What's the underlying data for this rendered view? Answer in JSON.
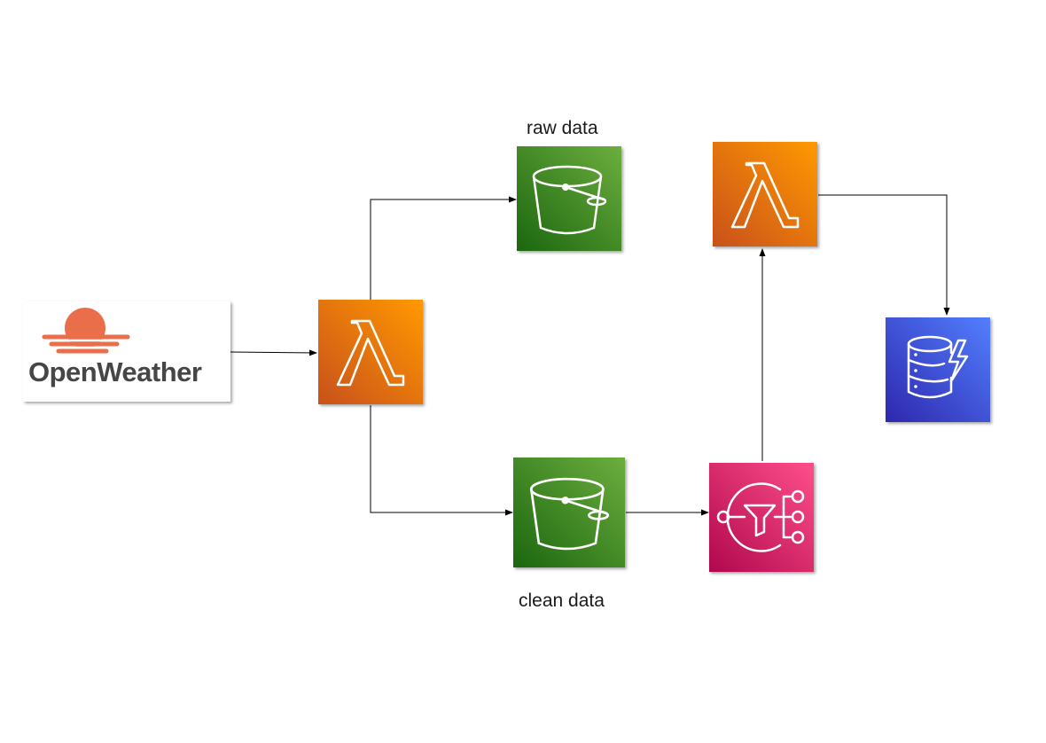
{
  "labels": {
    "raw_data": "raw data",
    "clean_data": "clean data"
  },
  "source": {
    "logo_text": "OpenWeather",
    "logo_icon": "sun-cloud-icon",
    "brand_color": "#eb6e4b"
  },
  "icons": {
    "lambda": "lambda-icon",
    "bucket": "s3-bucket-icon",
    "sns": "sns-filter-icon",
    "dynamodb": "dynamodb-icon"
  },
  "colors": {
    "lambda": [
      "#c8511b",
      "#ff9900"
    ],
    "s3": [
      "#1b660f",
      "#6cae3e"
    ],
    "sns": [
      "#b0084d",
      "#ff4f8b"
    ],
    "dynamodb": [
      "#2e27ad",
      "#527fff"
    ],
    "connector": "#000000"
  }
}
